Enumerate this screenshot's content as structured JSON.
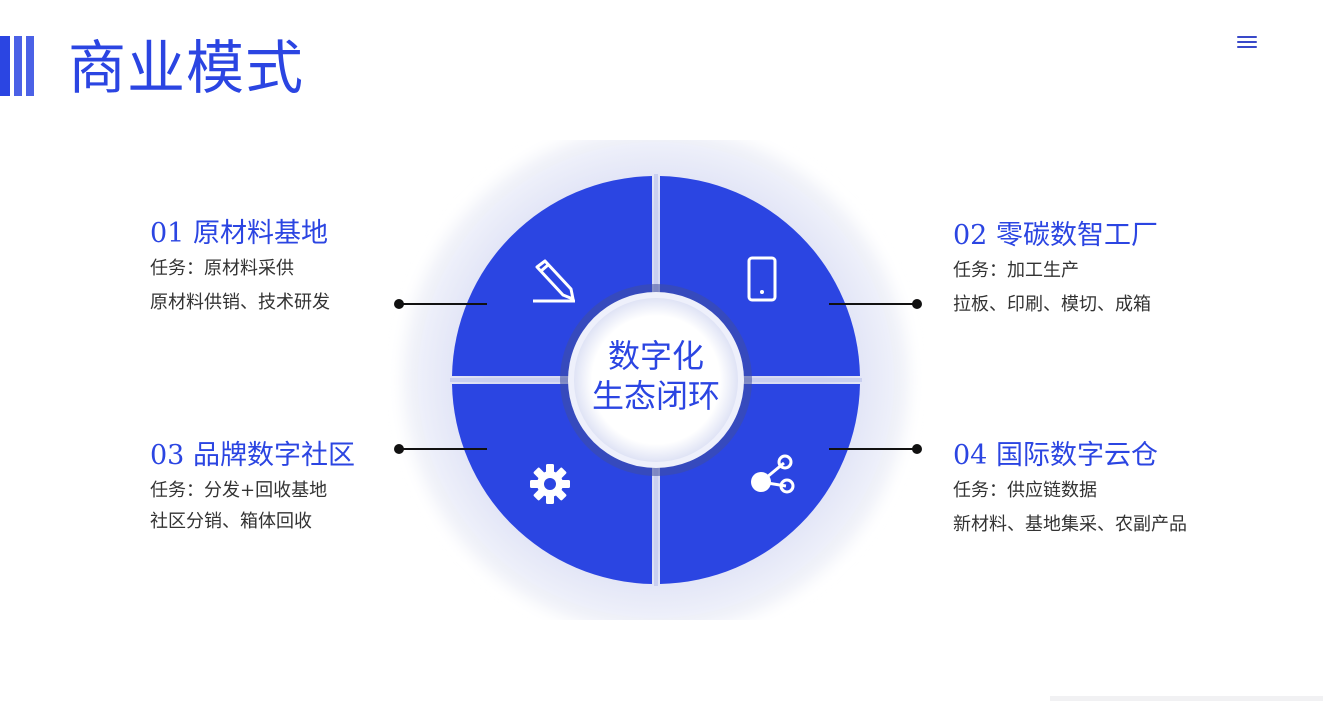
{
  "header": {
    "title": "商业模式",
    "accent_color": "#2b45e2",
    "menu_icon": "hamburger-menu-icon"
  },
  "diagram": {
    "center_text_line1": "数字化",
    "center_text_line2": "生态闭环",
    "segment_color": "#2b45e2",
    "ring_color": "#dfe2f5",
    "segments": [
      {
        "icon": "pencil-icon",
        "position": "top-left"
      },
      {
        "icon": "smartphone-icon",
        "position": "top-right"
      },
      {
        "icon": "gear-icon",
        "position": "bottom-left"
      },
      {
        "icon": "share-network-icon",
        "position": "bottom-right"
      }
    ]
  },
  "blocks": [
    {
      "title": "01 原材料基地",
      "line1": "任务：原材料采供",
      "line2": "原材料供销、技术研发"
    },
    {
      "title": "02 零碳数智工厂",
      "line1": "任务：加工生产",
      "line2": "拉板、印刷、模切、成箱"
    },
    {
      "title": "03  品牌数字社区",
      "line1": "任务：分发+回收基地",
      "line2": "社区分销、箱体回收"
    },
    {
      "title": "04 国际数字云仓",
      "line1": "任务：供应链数据",
      "line2": "新材料、基地集采、农副产品"
    }
  ]
}
